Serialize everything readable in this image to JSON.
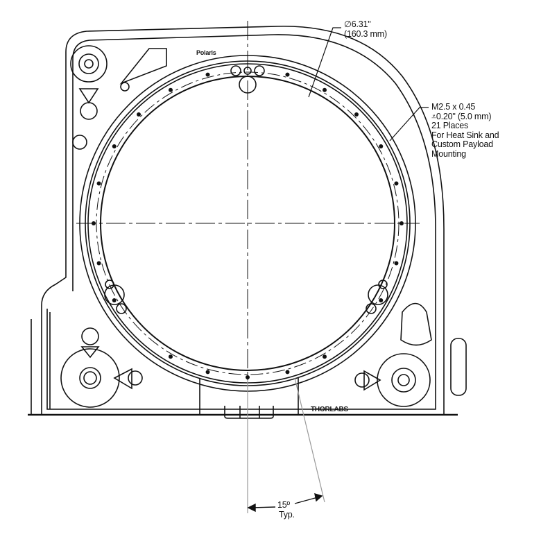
{
  "annotations": {
    "diameter": {
      "line1": "∅6.31\"",
      "line2": "(160.3 mm)"
    },
    "tapped_holes": {
      "line1": "M2.5 x 0.45",
      "line2": "⩡0.20\" (5.0 mm)",
      "line3": "21 Places",
      "line4": "For Heat Sink and",
      "line5": "Custom Payload",
      "line6": "Mounting"
    },
    "angle": {
      "value": "15º",
      "note": "Typ."
    }
  },
  "logos": {
    "brand": "THORLABS",
    "product": "Polaris"
  },
  "colors": {
    "line": "#111111",
    "dimension": "#888888"
  }
}
